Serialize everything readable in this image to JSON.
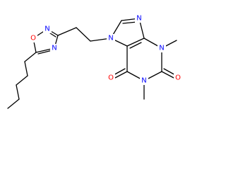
{
  "molecule": {
    "atoms": [
      {
        "id": "o_ring",
        "symbol": "O",
        "element": "O"
      },
      {
        "id": "n_ox_top",
        "symbol": "N",
        "element": "N"
      },
      {
        "id": "n_ox_bot",
        "symbol": "N",
        "element": "N"
      },
      {
        "id": "n7",
        "symbol": "N",
        "element": "N"
      },
      {
        "id": "n9",
        "symbol": "N",
        "element": "N"
      },
      {
        "id": "n3",
        "symbol": "N",
        "element": "N"
      },
      {
        "id": "n1",
        "symbol": "N",
        "element": "N"
      },
      {
        "id": "o6",
        "symbol": "O",
        "element": "O"
      },
      {
        "id": "o2",
        "symbol": "O",
        "element": "O"
      }
    ]
  },
  "colors": {
    "O": "#ff0000",
    "N": "#0000ff",
    "bond": "#000000",
    "background": "#ffffff"
  }
}
